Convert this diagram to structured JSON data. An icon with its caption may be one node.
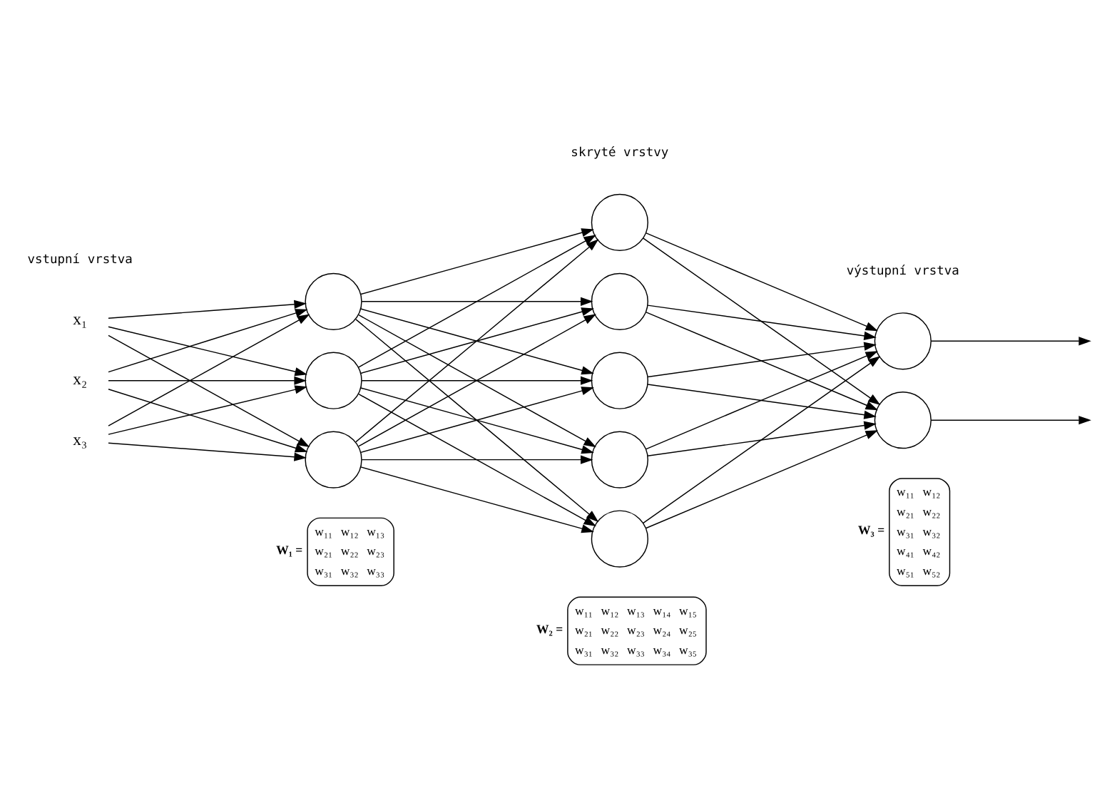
{
  "diagram": {
    "nodes": [
      {
        "text": [
          "x₁"
        ]
      },
      {
        "text": [
          "x₂"
        ]
      },
      {
        "text": [
          "x₃"
        ]
      },
      {
        "text": [],
        "shape": "circle"
      },
      {
        "text": [],
        "shape": "circle"
      },
      {
        "text": [],
        "shape": "circle"
      },
      {
        "text": [],
        "shape": "circle"
      },
      {
        "text": [],
        "shape": "circle"
      },
      {
        "text": [],
        "shape": "circle"
      },
      {
        "text": [],
        "shape": "circle"
      },
      {
        "text": [],
        "shape": "circle"
      },
      {
        "text": [],
        "shape": "circle"
      },
      {
        "text": [],
        "shape": "circle"
      }
    ],
    "edges": [
      {
        "from": 0,
        "to": 3,
        "arrow": "to"
      },
      {
        "from": 0,
        "to": 4,
        "arrow": "to"
      },
      {
        "from": 0,
        "to": 5,
        "arrow": "to"
      },
      {
        "from": 1,
        "to": 3,
        "arrow": "to"
      },
      {
        "from": 1,
        "to": 4,
        "arrow": "to"
      },
      {
        "from": 1,
        "to": 5,
        "arrow": "to"
      },
      {
        "from": 2,
        "to": 3,
        "arrow": "to"
      },
      {
        "from": 2,
        "to": 4,
        "arrow": "to"
      },
      {
        "from": 2,
        "to": 5,
        "arrow": "to"
      },
      {
        "from": 3,
        "to": 6,
        "arrow": "to"
      },
      {
        "from": 3,
        "to": 7,
        "arrow": "to"
      },
      {
        "from": 3,
        "to": 8,
        "arrow": "to"
      },
      {
        "from": 3,
        "to": 9,
        "arrow": "to"
      },
      {
        "from": 3,
        "to": 10,
        "arrow": "to"
      },
      {
        "from": 4,
        "to": 6,
        "arrow": "to"
      },
      {
        "from": 4,
        "to": 7,
        "arrow": "to"
      },
      {
        "from": 4,
        "to": 8,
        "arrow": "to"
      },
      {
        "from": 4,
        "to": 9,
        "arrow": "to"
      },
      {
        "from": 4,
        "to": 10,
        "arrow": "to"
      },
      {
        "from": 5,
        "to": 6,
        "arrow": "to"
      },
      {
        "from": 5,
        "to": 7,
        "arrow": "to"
      },
      {
        "from": 5,
        "to": 8,
        "arrow": "to"
      },
      {
        "from": 5,
        "to": 9,
        "arrow": "to"
      },
      {
        "from": 5,
        "to": 10,
        "arrow": "to"
      },
      {
        "from": 6,
        "to": 11,
        "arrow": "to"
      },
      {
        "from": 6,
        "to": 12,
        "arrow": "to"
      },
      {
        "from": 7,
        "to": 11,
        "arrow": "to"
      },
      {
        "from": 7,
        "to": 12,
        "arrow": "to"
      },
      {
        "from": 8,
        "to": 11,
        "arrow": "to"
      },
      {
        "from": 8,
        "to": 12,
        "arrow": "to"
      },
      {
        "from": 9,
        "to": 11,
        "arrow": "to"
      },
      {
        "from": 9,
        "to": 12,
        "arrow": "to"
      },
      {
        "from": 10,
        "to": 11,
        "arrow": "to"
      },
      {
        "from": 10,
        "to": 12,
        "arrow": "to"
      },
      {
        "from": 11,
        "to": null,
        "arrow": "to"
      },
      {
        "from": 12,
        "to": null,
        "arrow": "to"
      }
    ],
    "labels": [
      "skryté vrstvy",
      "vstupní vrstva",
      "výstupní vrstva",
      "W₁ =",
      "w₁₁",
      "w₁₂",
      "w₁₃",
      "w₂₁",
      "w₂₂",
      "w₂₃",
      "w₃₁",
      "w₃₂",
      "w₃₃",
      "W₂ =",
      "w₁₁",
      "w₁₂",
      "w₁₃",
      "w₁₄",
      "w₁₅",
      "w₂₁",
      "w₂₂",
      "w₂₃",
      "w₂₄",
      "w₂₅",
      "w₃₁",
      "w₃₂",
      "w₃₃",
      "w₃₄",
      "w₃₅",
      "W₃ =",
      "w₁₁",
      "w₁₂",
      "w₂₁",
      "w₂₂",
      "w₃₁",
      "w₃₂",
      "w₄₁",
      "w₄₂",
      "w₅₁",
      "w₅₂"
    ]
  }
}
